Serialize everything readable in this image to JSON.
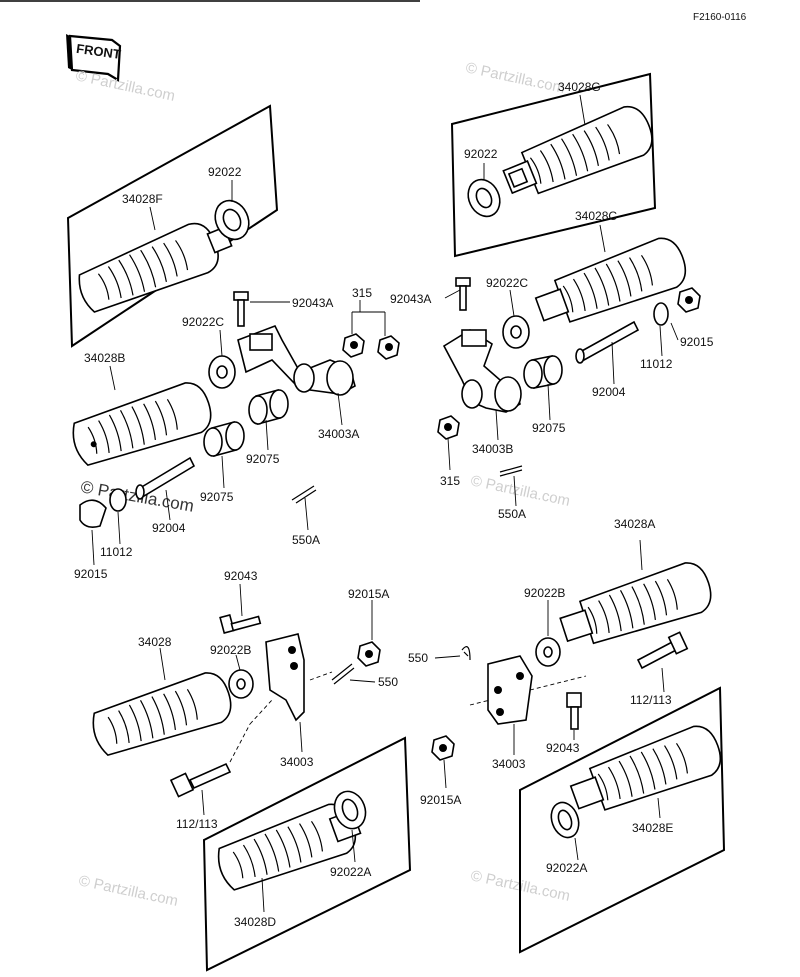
{
  "diagram_code": "F2160-0116",
  "front_label": "FRONT",
  "watermark_text": "© Partzilla.com",
  "labels": {
    "p34028G": "34028G",
    "p92022_top": "92022",
    "p34028C": "34028C",
    "p34028F": "34028F",
    "p92022_left": "92022",
    "p92043A_left": "92043A",
    "p315_top": "315",
    "p92043A_right": "92043A",
    "p92022C_right": "92022C",
    "p92022C_left": "92022C",
    "p92015_right": "92015",
    "p11012_right": "11012",
    "p34028B": "34028B",
    "p92004_right": "92004",
    "p34003A": "34003A",
    "p92075_left_upper": "92075",
    "p92075_right": "92075",
    "p34003B": "34003B",
    "p92075_left_lower": "92075",
    "p315_bottom": "315",
    "p92004_left": "92004",
    "p550A_left": "550A",
    "p550A_right": "550A",
    "p11012_left": "11012",
    "p92015_left": "92015",
    "p34028A": "34028A",
    "p92043_left": "92043",
    "p92015A_left": "92015A",
    "p92022B_right": "92022B",
    "p34028": "34028",
    "p92022B_left": "92022B",
    "p550_left": "550",
    "p550_right": "550",
    "p112_113_right": "112/113",
    "p92043_right": "92043",
    "p34003_left": "34003",
    "p34003_right": "34003",
    "p112_113_left": "112/113",
    "p92015A_right": "92015A",
    "p92022A_left": "92022A",
    "p34028E": "34028E",
    "p92022A_right": "92022A",
    "p34028D": "34028D"
  }
}
